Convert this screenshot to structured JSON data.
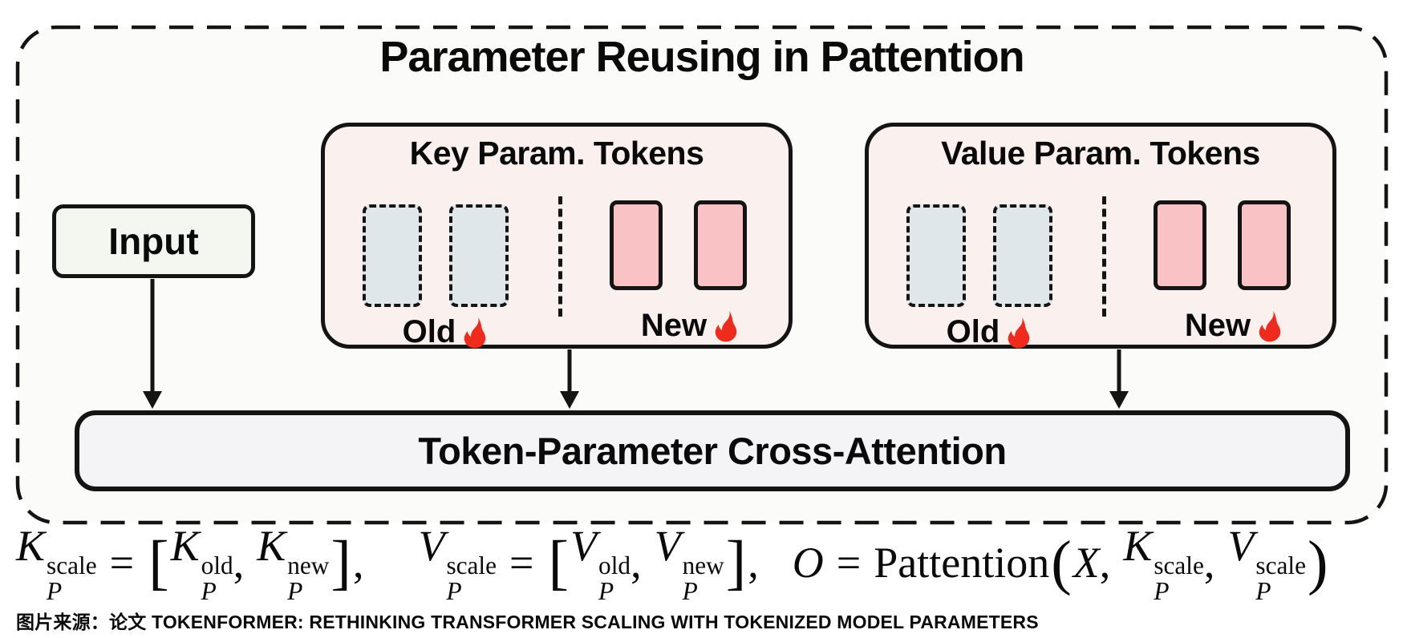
{
  "colors": {
    "ink": "#141414",
    "outer_box_bg": "#fbfbfa",
    "param_box_bg": "#faf0ee",
    "old_token_fill": "#dfe7ea",
    "new_token_fill": "#f9c3c6",
    "input_box_bg": "#f3f7f0",
    "attention_bar_bg": "#f4f4f6",
    "flame_red": "#ee2b1c"
  },
  "diagram": {
    "title": "Parameter Reusing in Pattention",
    "input_label": "Input",
    "key_box": {
      "title": "Key Param. Tokens",
      "old_label": "Old",
      "new_label": "New"
    },
    "value_box": {
      "title": "Value Param. Tokens",
      "old_label": "Old",
      "new_label": "New"
    },
    "bar_label": "Token-Parameter Cross-Attention",
    "icons": [
      "flame-icon",
      "flame-icon",
      "flame-icon",
      "flame-icon"
    ]
  },
  "formula": {
    "plain_text": "K_P^scale = [K_P^old, K_P^new],  V_P^scale = [V_P^old, V_P^new],  O = Pattention(X, K_P^scale, V_P^scale)",
    "tokens": [
      {
        "t": "var",
        "v": "K",
        "sup": "scale",
        "sub": "P"
      },
      {
        "t": "rel",
        "v": "="
      },
      {
        "t": "fence",
        "v": "["
      },
      {
        "t": "var",
        "v": "K",
        "sup": "old",
        "sub": "P"
      },
      {
        "t": "pun",
        "v": ","
      },
      {
        "t": "var",
        "v": "K",
        "sup": "new",
        "sub": "P"
      },
      {
        "t": "fence",
        "v": "]"
      },
      {
        "t": "pun",
        "v": ","
      },
      {
        "t": "gap",
        "w": 52
      },
      {
        "t": "var",
        "v": "V",
        "sup": "scale",
        "sub": "P"
      },
      {
        "t": "rel",
        "v": "="
      },
      {
        "t": "fence",
        "v": "["
      },
      {
        "t": "var",
        "v": "V",
        "sup": "old",
        "sub": "P"
      },
      {
        "t": "pun",
        "v": ","
      },
      {
        "t": "var",
        "v": "V",
        "sup": "new",
        "sub": "P"
      },
      {
        "t": "fence",
        "v": "]"
      },
      {
        "t": "pun",
        "v": ","
      },
      {
        "t": "gap",
        "w": 26
      },
      {
        "t": "var",
        "v": "O"
      },
      {
        "t": "rel",
        "v": "="
      },
      {
        "t": "roman",
        "v": "Pattention"
      },
      {
        "t": "fence",
        "v": "("
      },
      {
        "t": "var",
        "v": "X"
      },
      {
        "t": "pun",
        "v": ","
      },
      {
        "t": "var",
        "v": "K",
        "sup": "scale",
        "sub": "P"
      },
      {
        "t": "pun",
        "v": ","
      },
      {
        "t": "var",
        "v": "V",
        "sup": "scale",
        "sub": "P"
      },
      {
        "t": "fence",
        "v": ")"
      }
    ]
  },
  "caption": "图片来源：论文 TOKENFORMER: RETHINKING TRANSFORMER SCALING WITH TOKENIZED MODEL PARAMETERS"
}
